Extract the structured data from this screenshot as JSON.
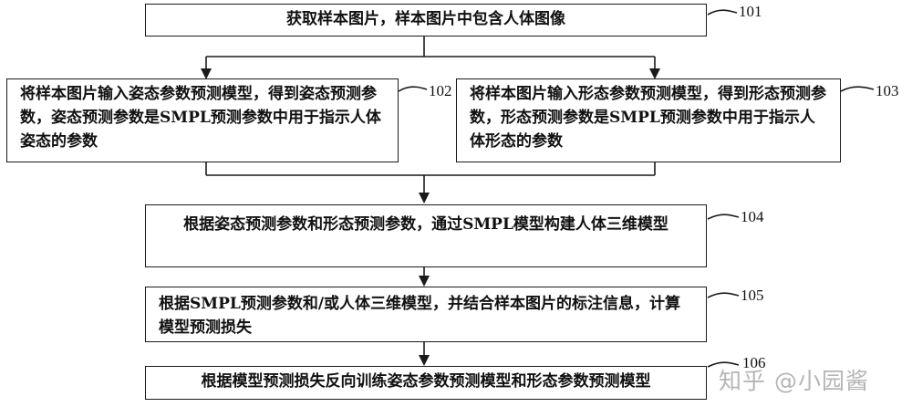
{
  "steps": [
    {
      "id": "101",
      "text": "获取样本图片，样本图片中包含人体图像"
    },
    {
      "id": "102",
      "text": "将样本图片输入姿态参数预测模型，得到姿态预测参数，姿态预测参数是SMPL预测参数中用于指示人体姿态的参数"
    },
    {
      "id": "103",
      "text": "将样本图片输入形态参数预测模型，得到形态预测参数，形态预测参数是SMPL预测参数中用于指示人体形态的参数"
    },
    {
      "id": "104",
      "text": "根据姿态预测参数和形态预测参数，通过SMPL模型构建人体三维模型"
    },
    {
      "id": "105",
      "text": "根据SMPL预测参数和/或人体三维模型，并结合样本图片的标注信息，计算模型预测损失"
    },
    {
      "id": "106",
      "text": "根据模型预测损失反向训练姿态参数预测模型和形态参数预测模型"
    }
  ],
  "watermark": {
    "text": "知乎 @小园酱",
    "color": "#888888"
  }
}
